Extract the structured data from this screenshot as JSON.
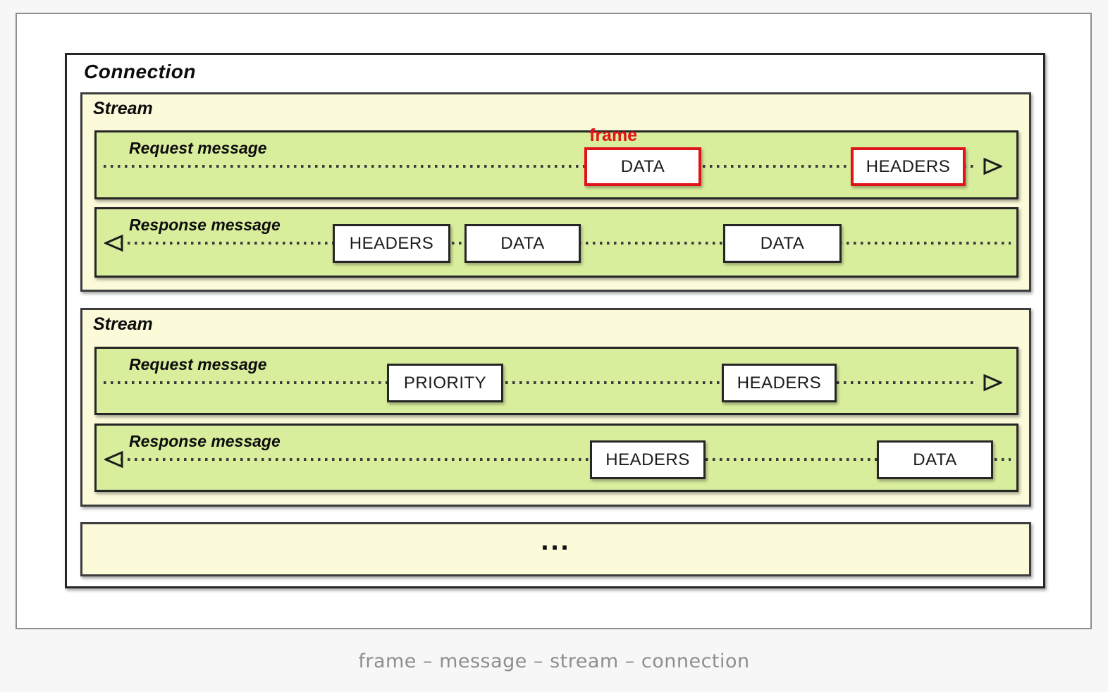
{
  "caption": "frame – message – stream – connection",
  "annotation": {
    "frame_label": "frame"
  },
  "colors": {
    "canvas_bg": "#f7f7f7",
    "panel_bg": "#ffffff",
    "stream_bg": "#fbfad9",
    "message_bg": "#d9ee9d",
    "frame_bg": "#ffffff",
    "border_dark": "#262626",
    "frame_highlight_red": "#e01319",
    "caption_text": "#8e8e8e"
  },
  "connection": {
    "label": "Connection",
    "ellipsis": "...",
    "streams": [
      {
        "label": "Stream",
        "messages": [
          {
            "label": "Request message",
            "direction": "right",
            "frames": [
              {
                "label": "DATA",
                "highlighted": true
              },
              {
                "label": "HEADERS",
                "highlighted": true
              }
            ]
          },
          {
            "label": "Response message",
            "direction": "left",
            "frames": [
              {
                "label": "HEADERS"
              },
              {
                "label": "DATA"
              },
              {
                "label": "DATA"
              }
            ]
          }
        ]
      },
      {
        "label": "Stream",
        "messages": [
          {
            "label": "Request message",
            "direction": "right",
            "frames": [
              {
                "label": "PRIORITY"
              },
              {
                "label": "HEADERS"
              }
            ]
          },
          {
            "label": "Response message",
            "direction": "left",
            "frames": [
              {
                "label": "HEADERS"
              },
              {
                "label": "DATA"
              }
            ]
          }
        ]
      }
    ]
  }
}
